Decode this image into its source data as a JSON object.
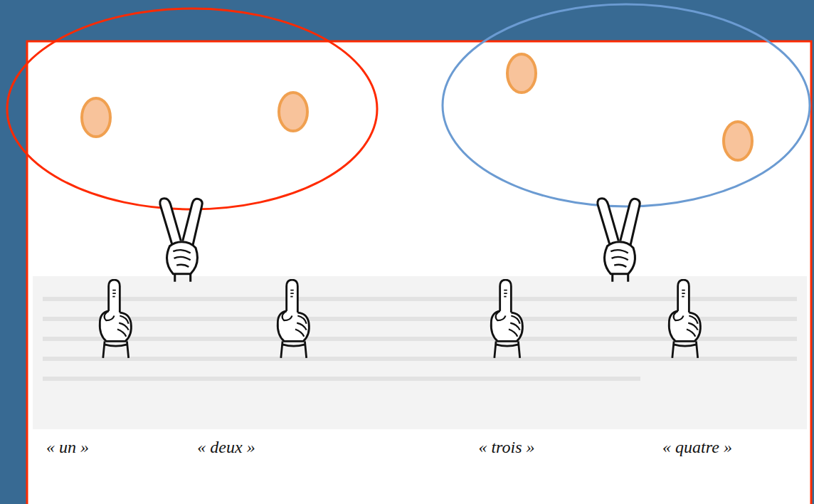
{
  "diagram": {
    "labels": [
      "« un »",
      "« deux »",
      "« trois »",
      "« quatre »"
    ]
  }
}
